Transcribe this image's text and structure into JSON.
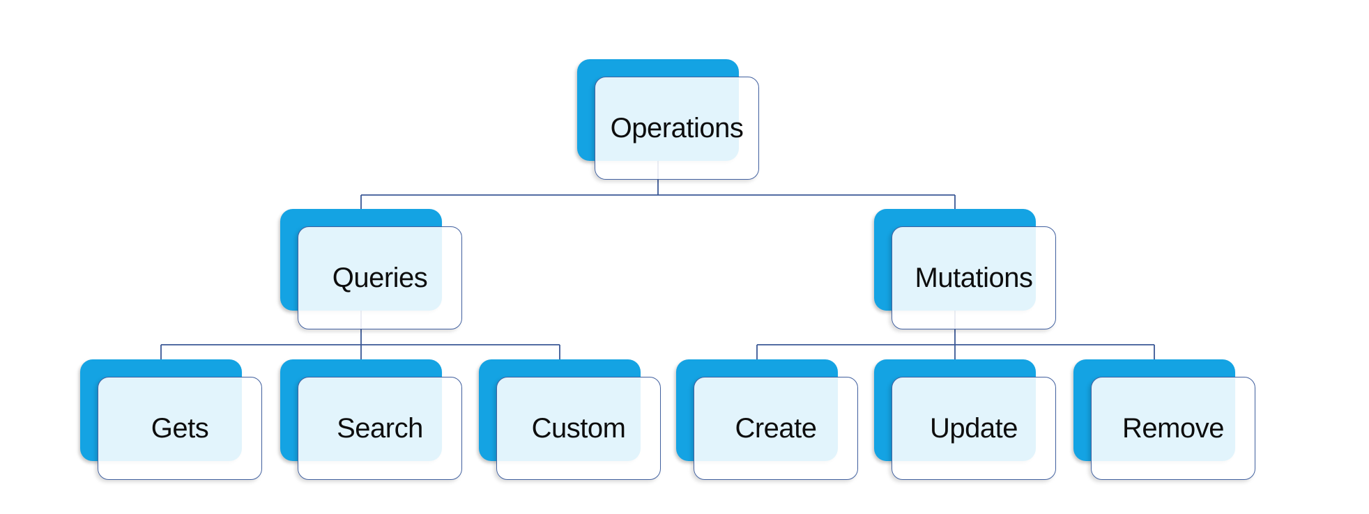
{
  "diagram": {
    "type": "org-chart",
    "background": "#ffffff",
    "levels": 3
  },
  "colors": {
    "accent": "#14a3e3",
    "border": "#41609f",
    "connector": "#3a5795",
    "text": "#0d0d0d",
    "bg": "#ffffff"
  },
  "nodes": {
    "operations": {
      "label": "Operations"
    },
    "queries": {
      "label": "Queries"
    },
    "mutations": {
      "label": "Mutations"
    },
    "gets": {
      "label": "Gets"
    },
    "search": {
      "label": "Search"
    },
    "custom": {
      "label": "Custom"
    },
    "create": {
      "label": "Create"
    },
    "update": {
      "label": "Update"
    },
    "remove": {
      "label": "Remove"
    }
  },
  "edges": [
    {
      "from": "Operations",
      "to": "Queries"
    },
    {
      "from": "Operations",
      "to": "Mutations"
    },
    {
      "from": "Queries",
      "to": "Gets"
    },
    {
      "from": "Queries",
      "to": "Search"
    },
    {
      "from": "Queries",
      "to": "Custom"
    },
    {
      "from": "Mutations",
      "to": "Create"
    },
    {
      "from": "Mutations",
      "to": "Update"
    },
    {
      "from": "Mutations",
      "to": "Remove"
    }
  ]
}
